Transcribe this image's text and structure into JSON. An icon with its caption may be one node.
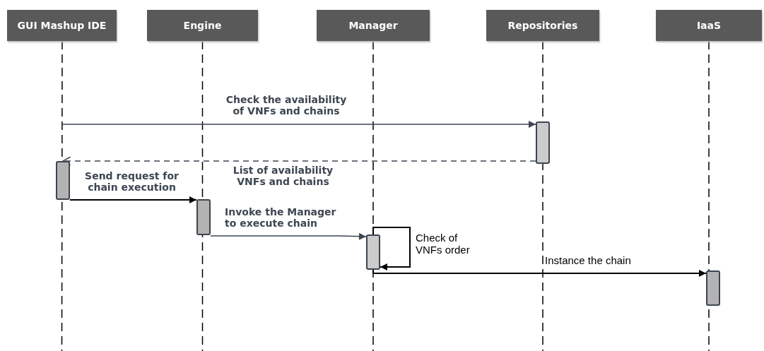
{
  "diagram": {
    "nodes": [
      {
        "text": [
          "GUI Mashup IDE"
        ]
      },
      {
        "text": [
          "Engine"
        ]
      },
      {
        "text": [
          "Manager"
        ]
      },
      {
        "text": [
          "Repositories"
        ]
      },
      {
        "text": [
          "IaaS"
        ]
      },
      {
        "text": [],
        "shape": "bar"
      },
      {
        "text": [],
        "shape": "bar"
      },
      {
        "text": [],
        "shape": "bar"
      },
      {
        "text": [],
        "shape": "bar"
      },
      {
        "text": [],
        "shape": "bar"
      }
    ],
    "edges": [
      {
        "from": null,
        "to": 5,
        "arrow": "to",
        "label": "Check the availability of VNFs and chains"
      },
      {
        "from": 5,
        "to": 6,
        "arrow": "to",
        "label": "List of availability VNFs and chains",
        "style": "dashed"
      },
      {
        "from": 6,
        "to": 7,
        "arrow": "to",
        "label": "Send request for chain execution",
        "color": "#000000"
      },
      {
        "from": 7,
        "to": 8,
        "arrow": "to",
        "label": "Invoke the Manager to execute chain"
      },
      {
        "from": 8,
        "to": 8,
        "arrow": "to",
        "label": "Check of VNFs order",
        "color": "#000000"
      },
      {
        "from": 8,
        "to": 9,
        "arrow": "to",
        "label": "Instance the chain",
        "color": "#000000"
      }
    ]
  }
}
